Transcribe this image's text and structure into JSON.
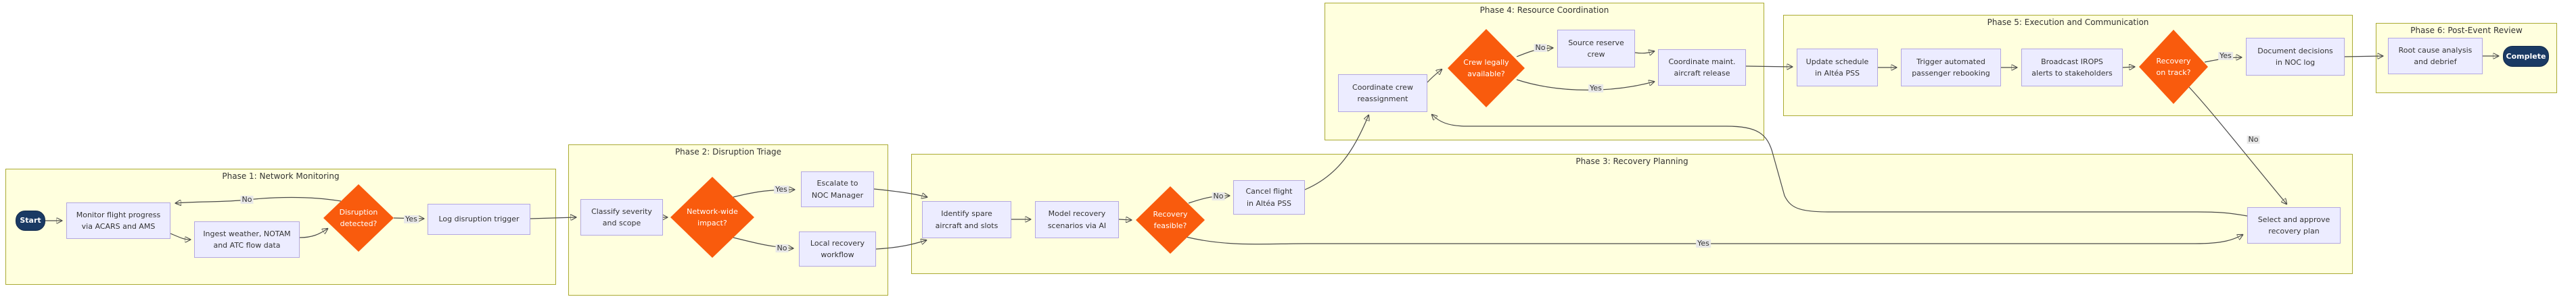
{
  "diagram_type": "flowchart",
  "colors": {
    "phase_fill": "#ffffde",
    "phase_border": "#aaaa33",
    "process_fill": "#ececff",
    "process_border": "#b3a7e0",
    "decision_fill": "#f95b0d",
    "terminal_fill": "#1a3a64",
    "edge_stroke": "#4a4a4a",
    "text": "#333333",
    "edge_label_bg": "#e8e8e8"
  },
  "phases": [
    {
      "id": "phase1",
      "title": "Phase 1: Network Monitoring"
    },
    {
      "id": "phase2",
      "title": "Phase 2: Disruption Triage"
    },
    {
      "id": "phase3",
      "title": "Phase 3: Recovery Planning"
    },
    {
      "id": "phase4",
      "title": "Phase 4: Resource Coordination"
    },
    {
      "id": "phase5",
      "title": "Phase 5: Execution and Communication"
    },
    {
      "id": "phase6",
      "title": "Phase 6: Post-Event Review"
    }
  ],
  "nodes": [
    {
      "id": "start",
      "type": "terminal",
      "label": "Start"
    },
    {
      "id": "monitor",
      "type": "process",
      "label": "Monitor flight progress\nvia ACARS and AMS"
    },
    {
      "id": "ingest",
      "type": "process",
      "label": "Ingest weather, NOTAM\nand ATC flow data"
    },
    {
      "id": "disruption_detected",
      "type": "decision",
      "label": "Disruption\ndetected?"
    },
    {
      "id": "log_trigger",
      "type": "process",
      "label": "Log disruption trigger"
    },
    {
      "id": "classify",
      "type": "process",
      "label": "Classify severity\nand scope"
    },
    {
      "id": "network_impact",
      "type": "decision",
      "label": "Network-wide\nimpact?"
    },
    {
      "id": "escalate",
      "type": "process",
      "label": "Escalate to\nNOC Manager"
    },
    {
      "id": "local_recovery",
      "type": "process",
      "label": "Local recovery\nworkflow"
    },
    {
      "id": "identify_spare",
      "type": "process",
      "label": "Identify spare\naircraft and slots"
    },
    {
      "id": "model_recovery",
      "type": "process",
      "label": "Model recovery\nscenarios via AI"
    },
    {
      "id": "recovery_feasible",
      "type": "decision",
      "label": "Recovery\nfeasible?"
    },
    {
      "id": "cancel_flight",
      "type": "process",
      "label": "Cancel flight\nin Altéa PSS"
    },
    {
      "id": "select_plan",
      "type": "process",
      "label": "Select and approve\nrecovery plan"
    },
    {
      "id": "coord_crew",
      "type": "process",
      "label": "Coordinate crew\nreassignment"
    },
    {
      "id": "crew_available",
      "type": "decision",
      "label": "Crew legally\navailable?"
    },
    {
      "id": "source_crew",
      "type": "process",
      "label": "Source reserve\ncrew"
    },
    {
      "id": "coord_maint",
      "type": "process",
      "label": "Coordinate maint.\naircraft release"
    },
    {
      "id": "update_schedule",
      "type": "process",
      "label": "Update schedule\nin Altéa PSS"
    },
    {
      "id": "trigger_rebooking",
      "type": "process",
      "label": "Trigger automated\npassenger rebooking"
    },
    {
      "id": "broadcast_irops",
      "type": "process",
      "label": "Broadcast IROPS\nalerts to stakeholders"
    },
    {
      "id": "on_track",
      "type": "decision",
      "label": "Recovery\non track?"
    },
    {
      "id": "document_noc",
      "type": "process",
      "label": "Document decisions\nin NOC log"
    },
    {
      "id": "root_cause",
      "type": "process",
      "label": "Root cause analysis\nand debrief"
    },
    {
      "id": "complete",
      "type": "terminal",
      "label": "Complete"
    }
  ],
  "edges": [
    {
      "from": "start",
      "to": "monitor",
      "label": ""
    },
    {
      "from": "monitor",
      "to": "ingest",
      "label": ""
    },
    {
      "from": "ingest",
      "to": "disruption_detected",
      "label": ""
    },
    {
      "from": "disruption_detected",
      "to": "monitor",
      "label": "No"
    },
    {
      "from": "disruption_detected",
      "to": "log_trigger",
      "label": "Yes"
    },
    {
      "from": "log_trigger",
      "to": "classify",
      "label": ""
    },
    {
      "from": "classify",
      "to": "network_impact",
      "label": ""
    },
    {
      "from": "network_impact",
      "to": "escalate",
      "label": "Yes"
    },
    {
      "from": "network_impact",
      "to": "local_recovery",
      "label": "No"
    },
    {
      "from": "escalate",
      "to": "identify_spare",
      "label": ""
    },
    {
      "from": "local_recovery",
      "to": "identify_spare",
      "label": ""
    },
    {
      "from": "identify_spare",
      "to": "model_recovery",
      "label": ""
    },
    {
      "from": "model_recovery",
      "to": "recovery_feasible",
      "label": ""
    },
    {
      "from": "recovery_feasible",
      "to": "cancel_flight",
      "label": "No"
    },
    {
      "from": "recovery_feasible",
      "to": "select_plan",
      "label": "Yes"
    },
    {
      "from": "cancel_flight",
      "to": "coord_crew",
      "label": ""
    },
    {
      "from": "select_plan",
      "to": "coord_crew",
      "label": ""
    },
    {
      "from": "coord_crew",
      "to": "crew_available",
      "label": ""
    },
    {
      "from": "crew_available",
      "to": "source_crew",
      "label": "No"
    },
    {
      "from": "crew_available",
      "to": "coord_maint",
      "label": "Yes"
    },
    {
      "from": "source_crew",
      "to": "coord_maint",
      "label": ""
    },
    {
      "from": "coord_maint",
      "to": "update_schedule",
      "label": ""
    },
    {
      "from": "update_schedule",
      "to": "trigger_rebooking",
      "label": ""
    },
    {
      "from": "trigger_rebooking",
      "to": "broadcast_irops",
      "label": ""
    },
    {
      "from": "broadcast_irops",
      "to": "on_track",
      "label": ""
    },
    {
      "from": "on_track",
      "to": "document_noc",
      "label": "Yes"
    },
    {
      "from": "on_track",
      "to": "select_plan",
      "label": "No"
    },
    {
      "from": "document_noc",
      "to": "root_cause",
      "label": ""
    },
    {
      "from": "root_cause",
      "to": "complete",
      "label": ""
    }
  ]
}
